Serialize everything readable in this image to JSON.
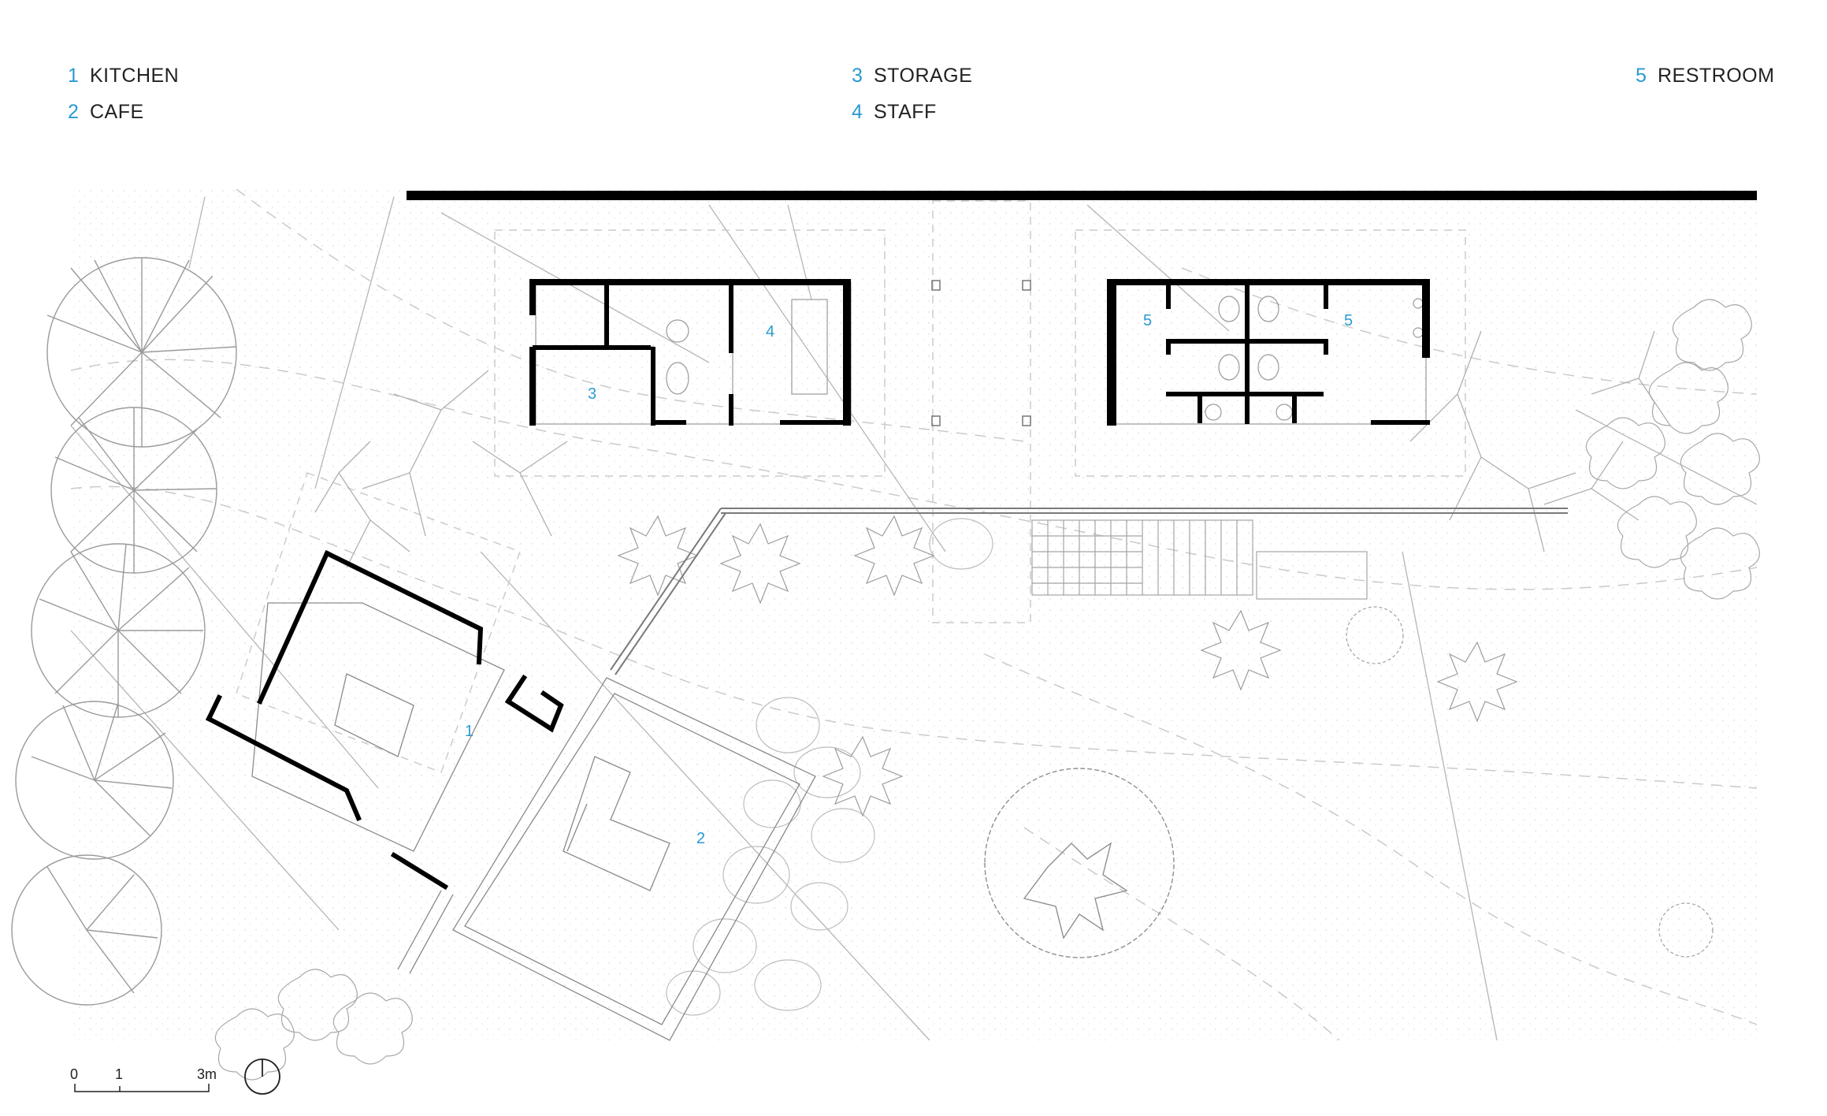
{
  "legend": [
    {
      "num": "1",
      "label": "KITCHEN"
    },
    {
      "num": "2",
      "label": "CAFE"
    },
    {
      "num": "3",
      "label": "STORAGE"
    },
    {
      "num": "4",
      "label": "STAFF"
    },
    {
      "num": "5",
      "label": "RESTROOM"
    }
  ],
  "rooms": {
    "kitchen": "1",
    "cafe": "2",
    "storage": "3",
    "staff": "4",
    "restroom_a": "5",
    "restroom_b": "5"
  },
  "scale_bar": {
    "t0": "0",
    "t1": "1",
    "t3": "3m"
  },
  "colors": {
    "accent": "#2a9ad0",
    "wall": "#000000",
    "linework": "#bdbdbd"
  }
}
